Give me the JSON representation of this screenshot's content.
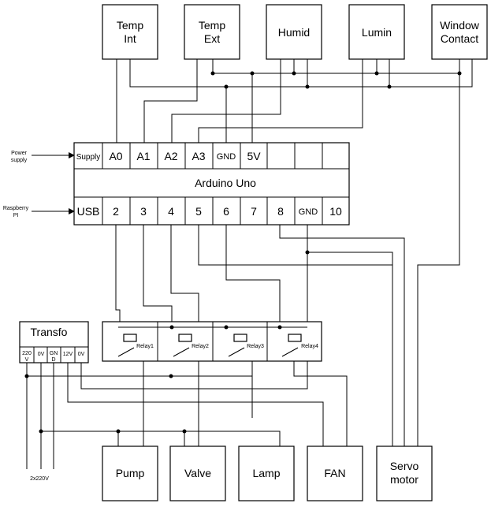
{
  "sensors": {
    "temp_int": [
      "Temp",
      "Int"
    ],
    "temp_ext": [
      "Temp",
      "Ext"
    ],
    "humid": "Humid",
    "lumin": "Lumin",
    "window": [
      "Window",
      "Contact"
    ]
  },
  "arduino": {
    "top_pins": [
      "Supply",
      "A0",
      "A1",
      "A2",
      "A3",
      "GND",
      "5V",
      "",
      ""
    ],
    "name": "Arduino Uno",
    "bottom_pins": [
      "USB",
      "2",
      "3",
      "4",
      "5",
      "6",
      "7",
      "8",
      "GND",
      "10"
    ]
  },
  "external": {
    "power": [
      "Power",
      "supply"
    ],
    "raspberry": [
      "Raspberry",
      "PI"
    ]
  },
  "transfo": {
    "title": "Transfo",
    "pins": [
      [
        "220",
        "V"
      ],
      [
        "0V"
      ],
      [
        "GN",
        "D"
      ],
      [
        "12V"
      ],
      [
        "0V"
      ]
    ],
    "mains": "2x220V"
  },
  "relays": [
    "Relay1",
    "Relay2",
    "Relay3",
    "Relay4"
  ],
  "actuators": {
    "pump": "Pump",
    "valve": "Valve",
    "lamp": "Lamp",
    "fan": "FAN",
    "servo": [
      "Servo",
      "motor"
    ]
  }
}
